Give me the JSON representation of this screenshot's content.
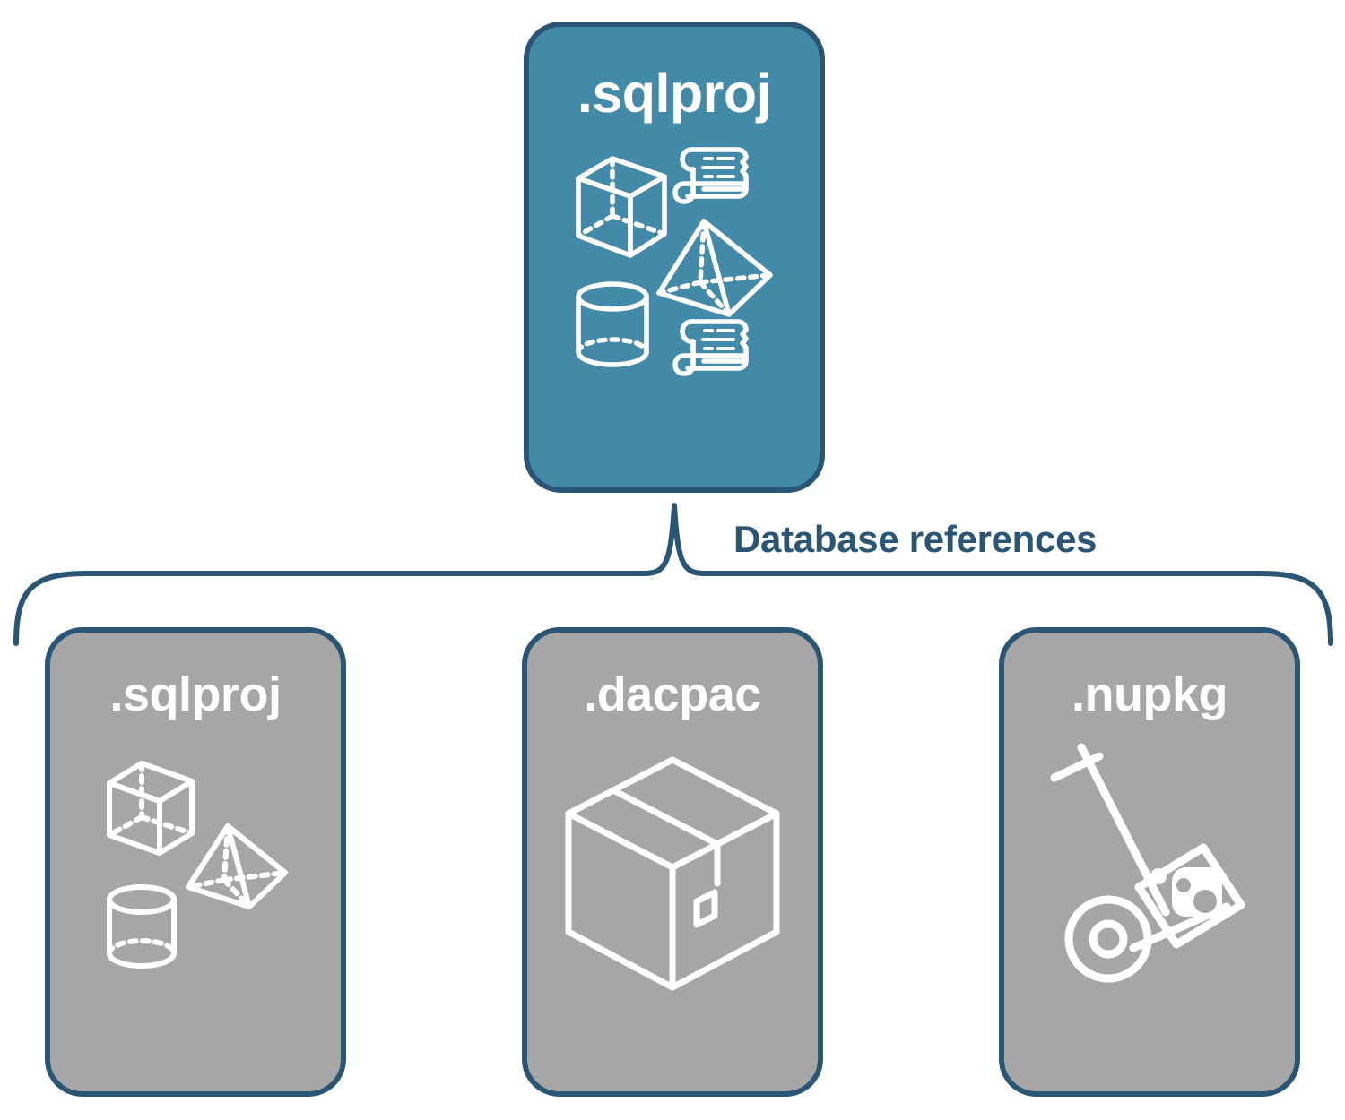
{
  "diagram": {
    "title_text": "Database references",
    "background": "#FFFFFF",
    "colors": {
      "root_card_fill": "#4389A8",
      "child_card_fill": "#A6A6A6",
      "card_border": "#2B5574",
      "connector": "#2B5574",
      "label_text": "#2B5574",
      "icon_stroke": "#FFFFFF",
      "card_title_text": "#FFFFFF"
    },
    "root": {
      "label": ".sqlproj",
      "icons": [
        "cube-wireframe-icon",
        "pyramid-wireframe-icon",
        "cylinder-wireframe-icon",
        "scroll-script-icon",
        "scroll-script-icon"
      ]
    },
    "connector": {
      "label": "Database references",
      "style": "curly-bracket"
    },
    "children": [
      {
        "label": ".sqlproj",
        "icons": [
          "cube-wireframe-icon",
          "pyramid-wireframe-icon",
          "cylinder-wireframe-icon"
        ]
      },
      {
        "label": ".dacpac",
        "icons": [
          "shipping-box-icon"
        ]
      },
      {
        "label": ".nupkg",
        "icons": [
          "hand-truck-nuget-package-icon"
        ]
      }
    ]
  }
}
